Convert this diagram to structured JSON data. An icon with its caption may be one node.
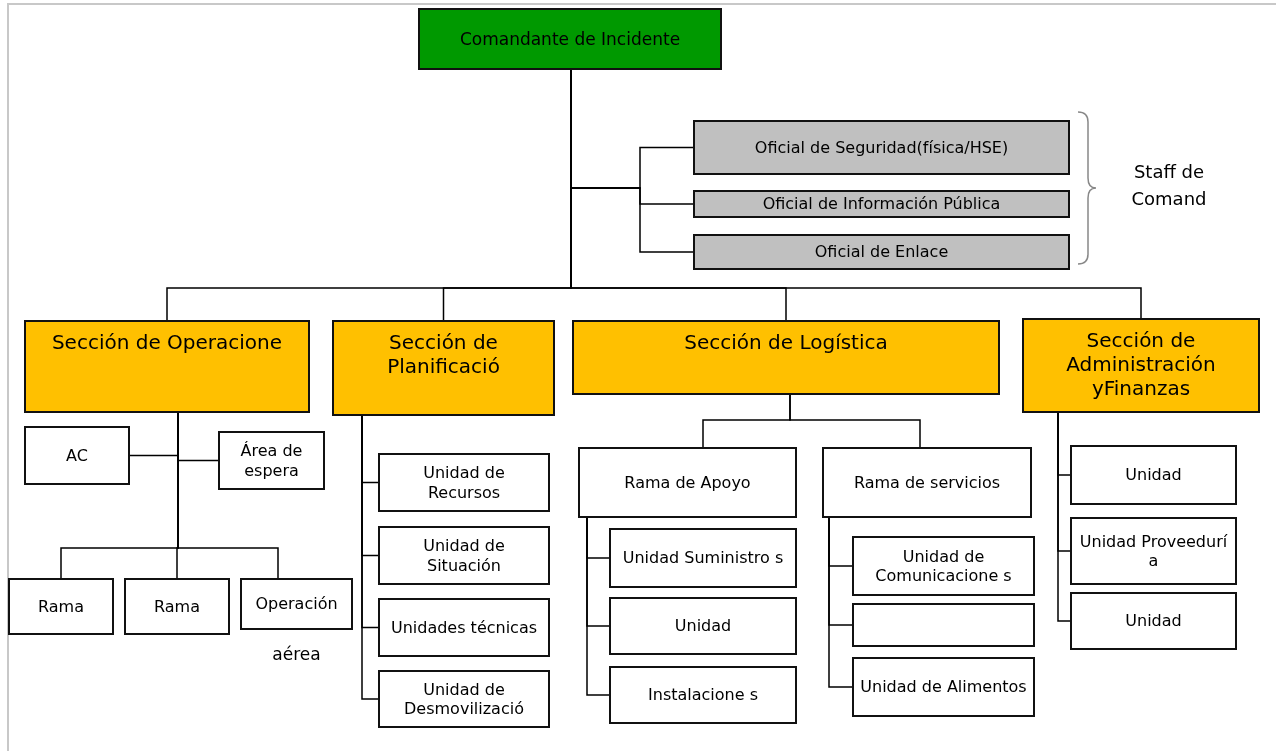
{
  "diagram": {
    "nodes": [
      {
        "text": [
          "Comandante de Incidente"
        ]
      },
      {
        "text": [
          "Oficial de Seguridad(física/HSE)"
        ]
      },
      {
        "text": [
          "Oficial de Información Pública"
        ]
      },
      {
        "text": [
          "Oficial de Enlace"
        ]
      },
      {
        "text": [
          "Sección de Operacione"
        ]
      },
      {
        "text": [
          "Sección de Planificació"
        ]
      },
      {
        "text": [
          "Sección de Logística"
        ]
      },
      {
        "text": [
          "Sección de Administración yFinanzas"
        ]
      },
      {
        "text": [
          "AC"
        ]
      },
      {
        "text": [
          "Área de espera"
        ]
      },
      {
        "text": [
          "Rama"
        ]
      },
      {
        "text": [
          "Rama"
        ]
      },
      {
        "text": [
          "Operación"
        ],
        "beside": [
          "aérea"
        ]
      },
      {
        "text": [
          "Unidad de Recursos"
        ]
      },
      {
        "text": [
          "Unidad de Situación"
        ]
      },
      {
        "text": [
          "Unidades técnicas"
        ]
      },
      {
        "text": [
          "Unidad de Desmovilizació"
        ]
      },
      {
        "text": [
          "Rama de Apoyo"
        ]
      },
      {
        "text": [
          "Rama de servicios"
        ]
      },
      {
        "text": [
          "Unidad Suministro s"
        ]
      },
      {
        "text": [
          "Unidad"
        ]
      },
      {
        "text": [
          "Instalacione s"
        ]
      },
      {
        "text": [
          "Unidad de Comunicacione s"
        ]
      },
      {
        "text": [],
        "shape": "box"
      },
      {
        "text": [
          "Unidad de Alimentos"
        ]
      },
      {
        "text": [
          "Unidad"
        ]
      },
      {
        "text": [
          "Unidad Proveedurí a"
        ]
      },
      {
        "text": [
          "Unidad"
        ]
      }
    ],
    "edges": [
      {
        "from": 0,
        "to": 1,
        "arrow": "none"
      },
      {
        "from": 0,
        "to": 2,
        "arrow": "none"
      },
      {
        "from": 0,
        "to": 3,
        "arrow": "none"
      },
      {
        "from": 0,
        "to": 4,
        "arrow": "none"
      },
      {
        "from": 0,
        "to": 5,
        "arrow": "none"
      },
      {
        "from": 0,
        "to": 6,
        "arrow": "none"
      },
      {
        "from": 0,
        "to": 7,
        "arrow": "none"
      },
      {
        "from": 4,
        "to": 8,
        "arrow": "none"
      },
      {
        "from": 4,
        "to": 9,
        "arrow": "none"
      },
      {
        "from": 4,
        "to": 10,
        "arrow": "none"
      },
      {
        "from": 4,
        "to": 11,
        "arrow": "none"
      },
      {
        "from": 4,
        "to": 12,
        "arrow": "none"
      },
      {
        "from": 5,
        "to": 13,
        "arrow": "none"
      },
      {
        "from": 5,
        "to": 14,
        "arrow": "none"
      },
      {
        "from": 5,
        "to": 15,
        "arrow": "none"
      },
      {
        "from": 5,
        "to": 16,
        "arrow": "none"
      },
      {
        "from": 6,
        "to": 17,
        "arrow": "none"
      },
      {
        "from": 6,
        "to": 18,
        "arrow": "none"
      },
      {
        "from": 17,
        "to": 19,
        "arrow": "none"
      },
      {
        "from": 17,
        "to": 20,
        "arrow": "none"
      },
      {
        "from": 17,
        "to": 21,
        "arrow": "none"
      },
      {
        "from": 18,
        "to": 22,
        "arrow": "none"
      },
      {
        "from": 18,
        "to": 23,
        "arrow": "none"
      },
      {
        "from": 18,
        "to": 24,
        "arrow": "none"
      },
      {
        "from": 7,
        "to": 25,
        "arrow": "none"
      },
      {
        "from": 7,
        "to": 26,
        "arrow": "none"
      },
      {
        "from": 7,
        "to": 27,
        "arrow": "none"
      }
    ],
    "labels": [
      "Staff de Comand"
    ]
  }
}
